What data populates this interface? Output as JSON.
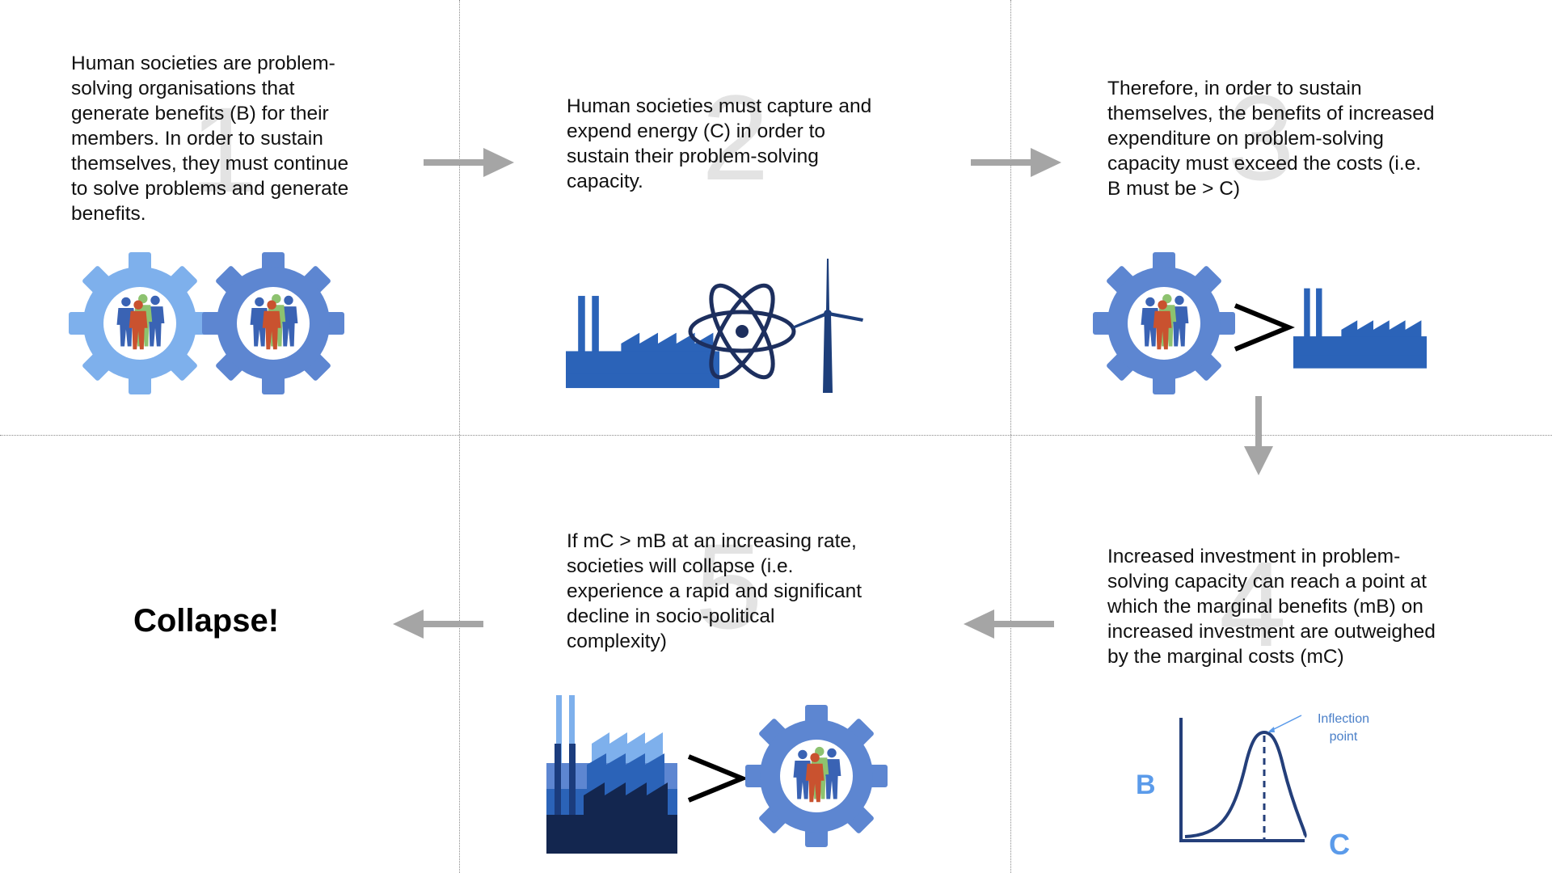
{
  "steps": [
    {
      "number": "1",
      "text": "Human societies are problem-\nsolving organisations that\ngenerate benefits (B) for their\nmembers. In order to sustain\nthemselves, they must continue\nto solve problems and generate\nbenefits."
    },
    {
      "number": "2",
      "text": "Human societies must capture and\nexpend energy (C) in order to\nsustain their problem-solving\ncapacity."
    },
    {
      "number": "3",
      "text": "Therefore, in order to sustain\nthemselves, the benefits of increased\nexpenditure on problem-solving\ncapacity must exceed the costs (i.e.\nB must be > C)"
    },
    {
      "number": "4",
      "text": "Increased investment in problem-\nsolving capacity can reach a point at\nwhich the marginal benefits (mB) on\nincreased investment are outweighed\nby the marginal costs (mC)"
    },
    {
      "number": "5",
      "text": "If mC > mB at an increasing rate,\nsocieties will collapse (i.e.\nexperience a rapid and significant\ndecline in socio-political\ncomplexity)"
    }
  ],
  "collapse_label": "Collapse!",
  "curve": {
    "y_axis_label": "B",
    "x_axis_label": "C",
    "annotation": "Inflection\npoint"
  },
  "colors": {
    "gear_light": "#7eb0ec",
    "gear_mid": "#5d86d1",
    "factory": "#2b63b8",
    "factory_dark": "#13264f",
    "atom": "#1d2f5e",
    "arrow": "#a5a5a5",
    "axis_letter": "#5b9bea"
  }
}
